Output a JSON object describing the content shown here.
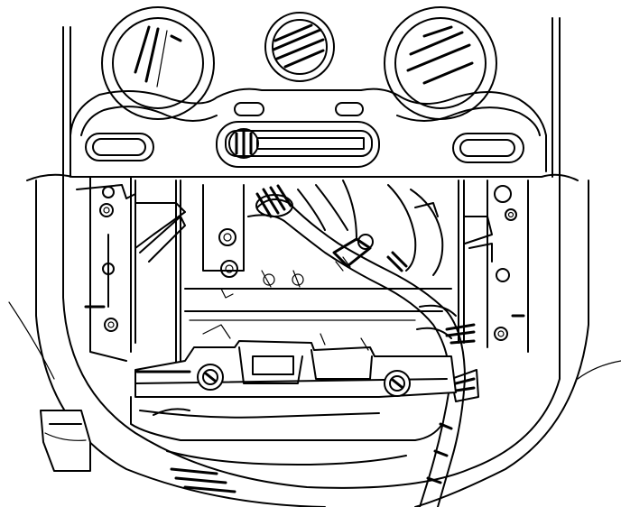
{
  "diagram": {
    "kind": "line-art technical illustration",
    "palette": {
      "ink": "#000000",
      "paper": "#ffffff"
    },
    "components": [
      "center-console-bezel",
      "fan-speed-knob",
      "air-distribution-knob",
      "temperature-knob",
      "hvac-slide-lever",
      "radio-cavity",
      "mounting-bracket",
      "retaining-screws",
      "wiring-harness",
      "lower-storage-tray"
    ]
  }
}
